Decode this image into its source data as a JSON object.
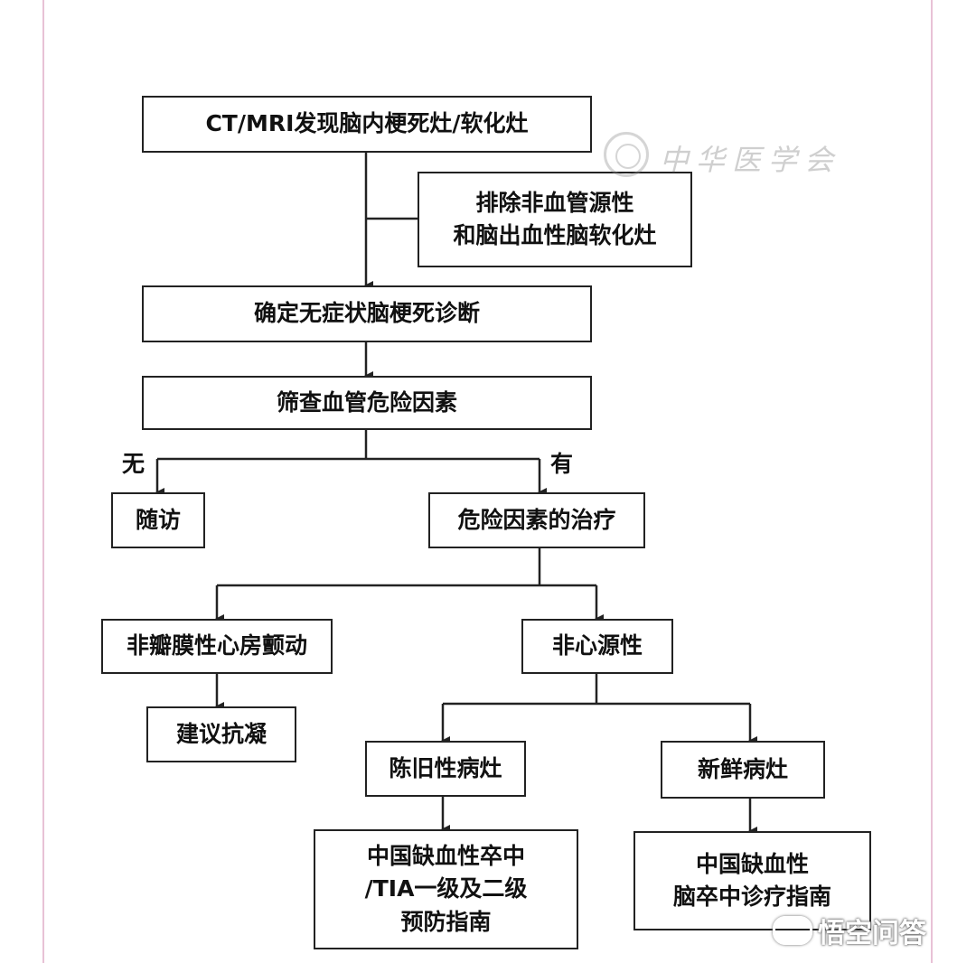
{
  "nodes": {
    "detect": "CT/MRI发现脑内梗死灶/软化灶",
    "exclude_line1": "排除非血管源性",
    "exclude_line2": "和脑出血性脑软化灶",
    "confirm": "确定无症状脑梗死诊断",
    "screen": "筛查血管危险因素",
    "followup": "随访",
    "risk_treatment": "危险因素的治疗",
    "af": "非瓣膜性心房颤动",
    "anticoag": "建议抗凝",
    "non_cardiac": "非心源性",
    "old_lesion": "陈旧性病灶",
    "new_lesion": "新鲜病灶",
    "guide_prevention_line1": "中国缺血性卒中",
    "guide_prevention_line2": "/TIA一级及二级",
    "guide_prevention_line3": "预防指南",
    "guide_treatment_line1": "中国缺血性",
    "guide_treatment_line2": "脑卒中诊疗指南"
  },
  "branch_labels": {
    "no": "无",
    "yes": "有"
  },
  "watermark": {
    "text": "中华医学会"
  },
  "footer_logo": {
    "text": "悟空问答"
  },
  "colors": {
    "line": "#222222",
    "page_edge": "#e8c2d6"
  }
}
